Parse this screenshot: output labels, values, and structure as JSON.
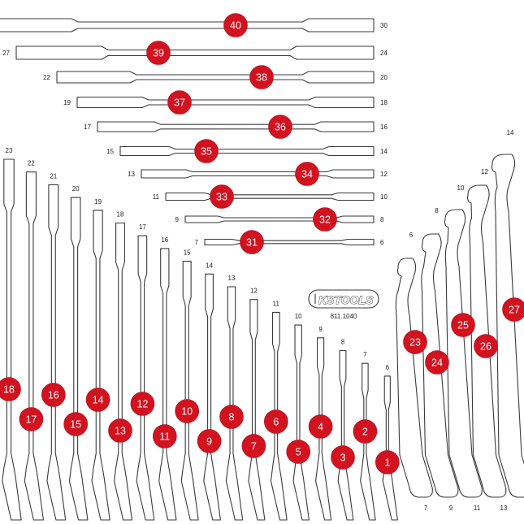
{
  "brand": {
    "logo_text": "KSTOOLS",
    "article_no": "811.1040"
  },
  "horizontal_tools": [
    {
      "badge": "40",
      "size_left": "",
      "size_right": "30"
    },
    {
      "badge": "39",
      "size_left": "27",
      "size_right": "24"
    },
    {
      "badge": "38",
      "size_left": "22",
      "size_right": "20"
    },
    {
      "badge": "37",
      "size_left": "19",
      "size_right": "18"
    },
    {
      "badge": "36",
      "size_left": "17",
      "size_right": "16"
    },
    {
      "badge": "35",
      "size_left": "15",
      "size_right": "14"
    },
    {
      "badge": "34",
      "size_left": "13",
      "size_right": "12"
    },
    {
      "badge": "33",
      "size_left": "11",
      "size_right": "10"
    },
    {
      "badge": "32",
      "size_left": "9",
      "size_right": "8"
    },
    {
      "badge": "31",
      "size_left": "7",
      "size_right": "6"
    }
  ],
  "vertical_tools": [
    {
      "badge": "18",
      "size": "23"
    },
    {
      "badge": "17",
      "size": "22"
    },
    {
      "badge": "16",
      "size": "21"
    },
    {
      "badge": "15",
      "size": "20"
    },
    {
      "badge": "14",
      "size": "19"
    },
    {
      "badge": "13",
      "size": "18"
    },
    {
      "badge": "12",
      "size": "17"
    },
    {
      "badge": "11",
      "size": "16"
    },
    {
      "badge": "10",
      "size": "15"
    },
    {
      "badge": "9",
      "size": "14"
    },
    {
      "badge": "8",
      "size": "13"
    },
    {
      "badge": "7",
      "size": "12"
    },
    {
      "badge": "6",
      "size": "11"
    },
    {
      "badge": "5",
      "size": "10"
    },
    {
      "badge": "4",
      "size": "9"
    },
    {
      "badge": "3",
      "size": "8"
    },
    {
      "badge": "2",
      "size": "7"
    },
    {
      "badge": "1",
      "size": "6"
    }
  ],
  "offset_wrenches": [
    {
      "badge": "23",
      "size_top": "6",
      "size_bottom": "7"
    },
    {
      "badge": "24",
      "size_top": "8",
      "size_bottom": "9"
    },
    {
      "badge": "25",
      "size_top": "10",
      "size_bottom": "11"
    },
    {
      "badge": "26",
      "size_top": "12",
      "size_bottom": "13"
    },
    {
      "badge": "27",
      "size_top": "14",
      "size_bottom": ""
    }
  ]
}
